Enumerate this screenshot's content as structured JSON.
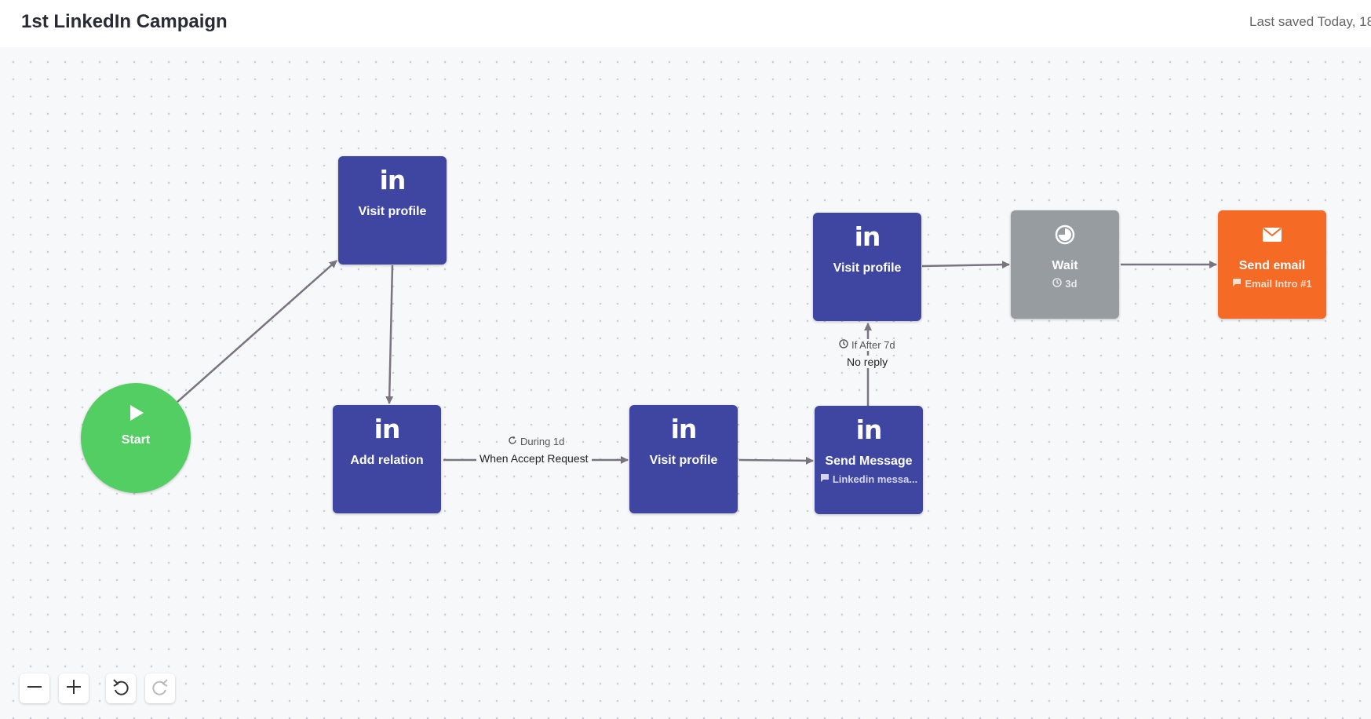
{
  "header": {
    "title": "1st LinkedIn Campaign",
    "saved_text": "Last saved Today, 18"
  },
  "colors": {
    "linkedin_node": "#3f46a2",
    "wait_node": "#979ca1",
    "email_node": "#f56a25",
    "start_node": "#52ce62",
    "edge": "#7a7480"
  },
  "nodes": {
    "start": {
      "label": "Start",
      "icon": "play-icon"
    },
    "visit_profile_1": {
      "label": "Visit profile",
      "icon": "linkedin-icon",
      "glyph": "in"
    },
    "add_relation": {
      "label": "Add relation",
      "icon": "linkedin-icon",
      "glyph": "in"
    },
    "visit_profile_2": {
      "label": "Visit profile",
      "icon": "linkedin-icon",
      "glyph": "in"
    },
    "send_message": {
      "label": "Send Message",
      "sub": "Linkedin messa...",
      "icon": "linkedin-icon",
      "glyph": "in"
    },
    "visit_profile_3": {
      "label": "Visit profile",
      "icon": "linkedin-icon",
      "glyph": "in"
    },
    "wait": {
      "label": "Wait",
      "sub": "3d",
      "icon": "timer-icon"
    },
    "send_email": {
      "label": "Send email",
      "sub": "Email Intro #1",
      "icon": "envelope-icon"
    }
  },
  "edges": {
    "accept": {
      "condition": "During 1d",
      "label": "When Accept Request"
    },
    "reply": {
      "condition": "If After 7d",
      "label": "No reply"
    }
  },
  "controls": {
    "zoom_out": "zoom-out",
    "zoom_in": "zoom-in",
    "undo": "undo",
    "redo": "redo"
  }
}
